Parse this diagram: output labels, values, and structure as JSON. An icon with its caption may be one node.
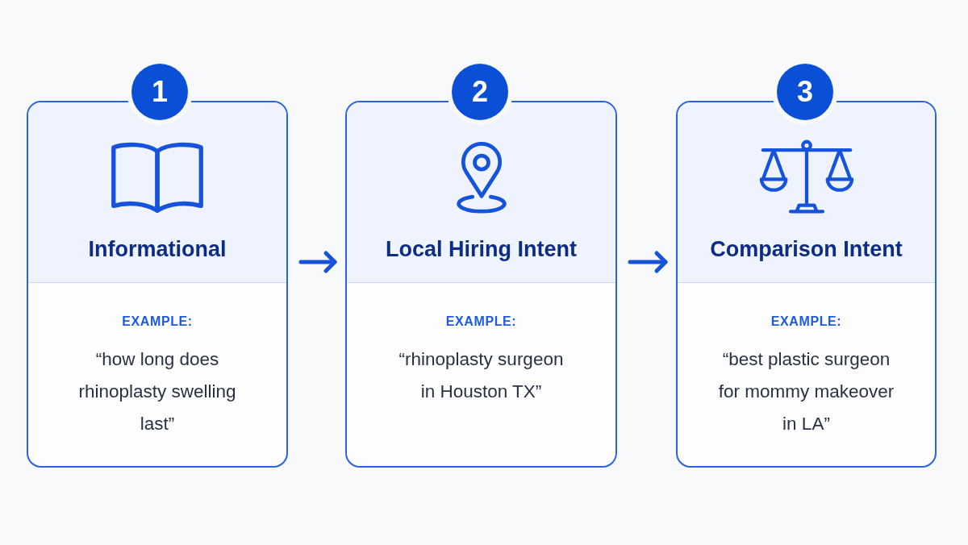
{
  "diagram": {
    "nodes": [
      {
        "text": [
          "1"
        ]
      },
      {
        "text": [
          "Informational",
          "EXAMPLE:",
          "“how long does rhinoplasty swelling last”"
        ]
      },
      {
        "text": [
          "2"
        ]
      },
      {
        "text": [
          "Local Hiring Intent",
          "EXAMPLE:",
          "“rhinoplasty surgeon in Houston TX”"
        ]
      },
      {
        "text": [
          "3"
        ]
      },
      {
        "text": [
          "Comparison Intent",
          "EXAMPLE:",
          "“best plastic surgeon for mommy makeover in LA”"
        ]
      }
    ],
    "edges": [
      {
        "from": 1,
        "to": 3,
        "arrow": "to"
      },
      {
        "from": 3,
        "to": 5,
        "arrow": "to"
      }
    ]
  }
}
